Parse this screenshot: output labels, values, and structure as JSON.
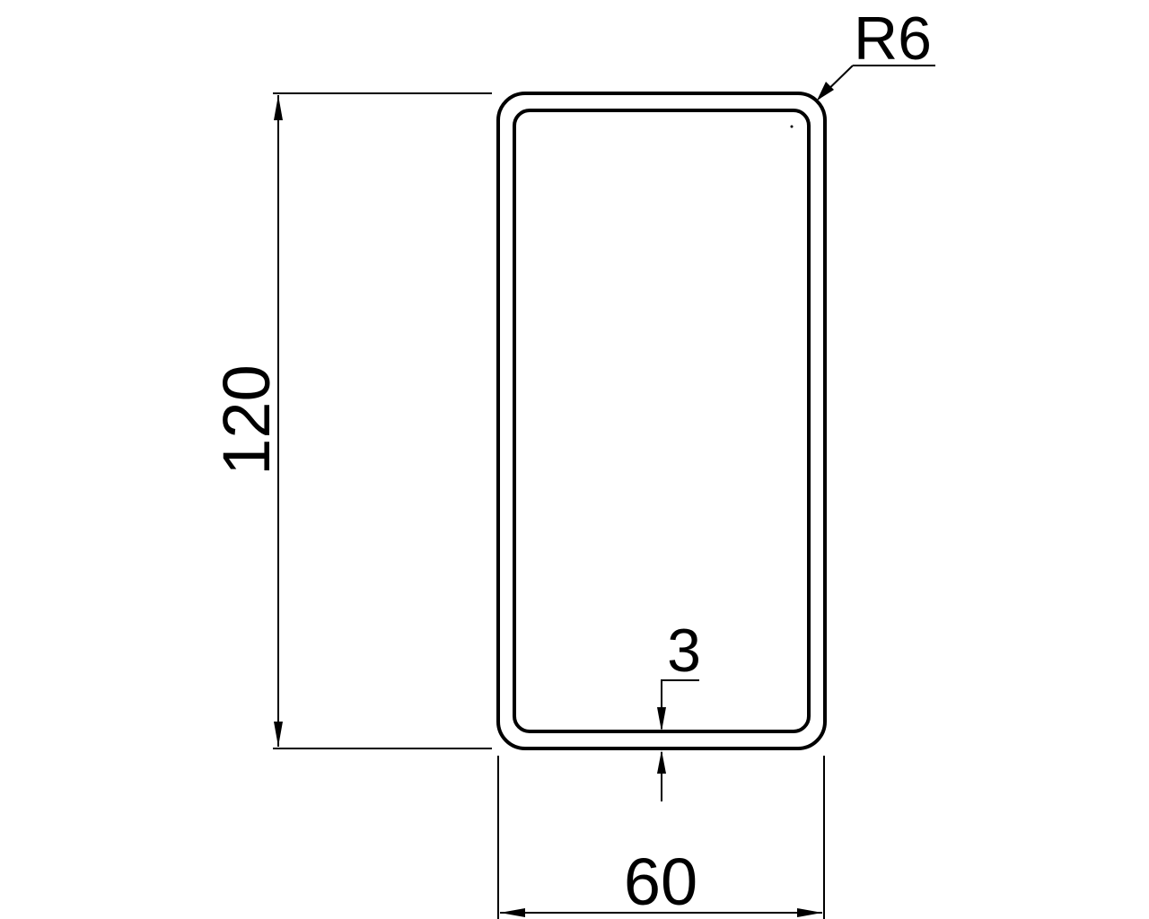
{
  "drawing": {
    "type": "rectangular tube cross-section",
    "stroke_color": "#000000",
    "background_color": "#ffffff"
  },
  "dimensions": {
    "height": {
      "label": "120",
      "value": 120
    },
    "width": {
      "label": "60",
      "value": 60
    },
    "wall_thickness": {
      "label": "3",
      "value": 3
    },
    "corner_radius": {
      "label": "R6",
      "value": 6
    }
  }
}
